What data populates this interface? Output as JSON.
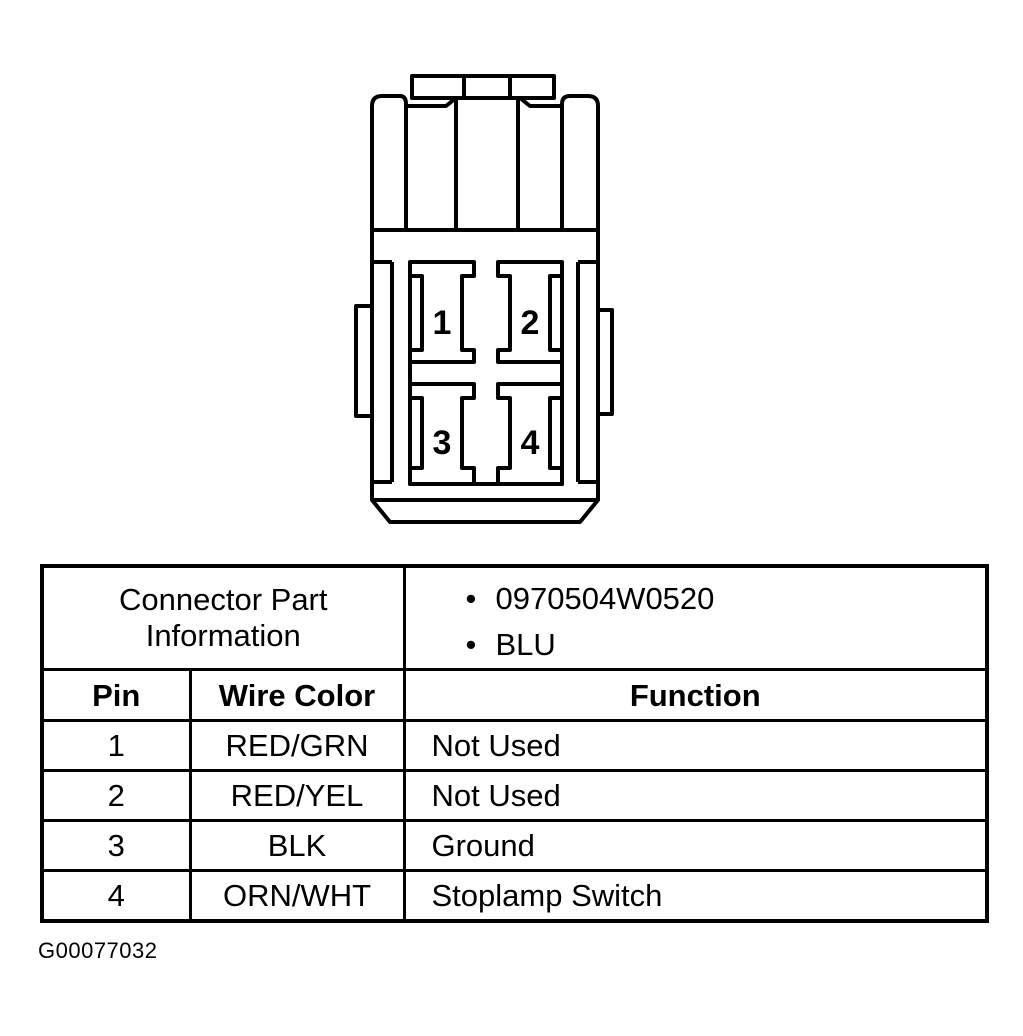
{
  "diagram": {
    "pin_labels": [
      "1",
      "2",
      "3",
      "4"
    ]
  },
  "info": {
    "label_line1": "Connector Part",
    "label_line2": "Information",
    "values": [
      "0970504W0520",
      "BLU"
    ],
    "bullet": "•"
  },
  "table": {
    "headers": [
      "Pin",
      "Wire Color",
      "Function"
    ],
    "rows": [
      {
        "pin": "1",
        "wire_color": "RED/GRN",
        "function": "Not Used"
      },
      {
        "pin": "2",
        "wire_color": "RED/YEL",
        "function": "Not Used"
      },
      {
        "pin": "3",
        "wire_color": "BLK",
        "function": "Ground"
      },
      {
        "pin": "4",
        "wire_color": "ORN/WHT",
        "function": "Stoplamp Switch"
      }
    ]
  },
  "figure_id": "G00077032"
}
